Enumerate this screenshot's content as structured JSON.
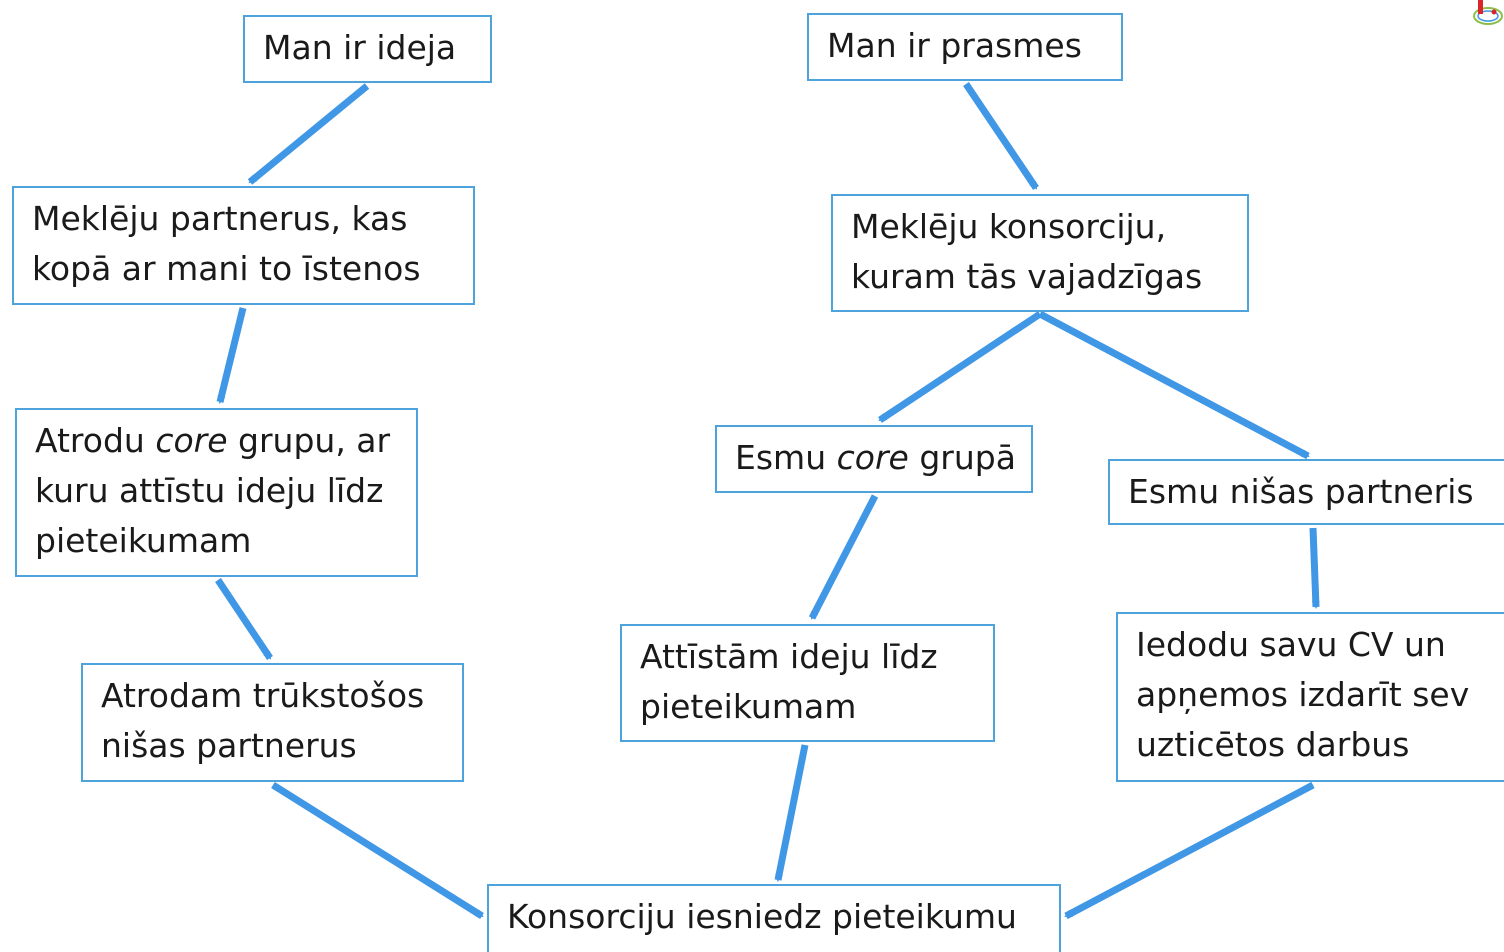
{
  "colors": {
    "arrow": "#3f97e6",
    "box_border": "#4fa3dc",
    "text": "#1a1a1a"
  },
  "icons": [
    "ornament-icon"
  ],
  "nodes": {
    "idea": {
      "line1": "Man ir ideja"
    },
    "skills": {
      "line1": "Man ir prasmes"
    },
    "seek_partners": {
      "line1": "Meklēju partnerus, kas",
      "line2": "kopā ar mani to īstenos"
    },
    "seek_consortium": {
      "line1": "Meklēju konsorciju,",
      "line2": "kuram tās vajadzīgas"
    },
    "find_core_group": {
      "line1_pre": "Atrodu ",
      "line1_em": "core",
      "line1_post": " grupu, ar",
      "line2": "kuru attīstu ideju līdz",
      "line3": "pieteikumam"
    },
    "in_core_group": {
      "line1_pre": "Esmu ",
      "line1_em": "core",
      "line1_post": " grupā"
    },
    "niche_partner": {
      "line1": "Esmu nišas partneris"
    },
    "find_missing": {
      "line1": "Atrodam trūkstošos",
      "line2": "nišas partnerus"
    },
    "develop_idea": {
      "line1": "Attīstām ideju līdz",
      "line2": "pieteikumam"
    },
    "give_cv": {
      "line1": "Iedodu savu CV un",
      "line2": "apņemos izdarīt sev",
      "line3": "uzticētos darbus"
    },
    "submit": {
      "line1": "Konsorciju iesniedz pieteikumu"
    }
  }
}
